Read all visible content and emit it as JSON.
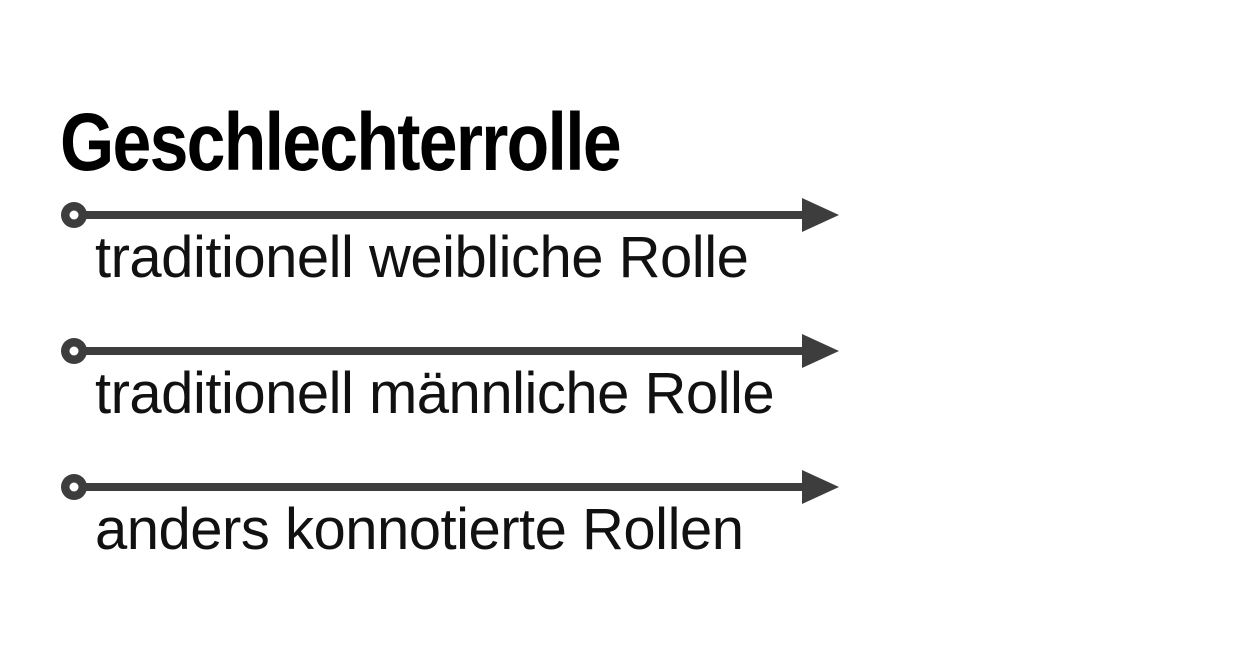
{
  "page": {
    "background_color": "#ffffff"
  },
  "title": {
    "text": "Geschlechterrolle",
    "color": "#000000"
  },
  "diagram": {
    "arrow_color": "#3d3d3d",
    "hole_color": "#ffffff",
    "label_color": "#111111",
    "items": [
      {
        "label": "traditionell weibliche Rolle"
      },
      {
        "label": "traditionell männliche Rolle"
      },
      {
        "label": "anders konnotierte Rollen"
      }
    ]
  }
}
